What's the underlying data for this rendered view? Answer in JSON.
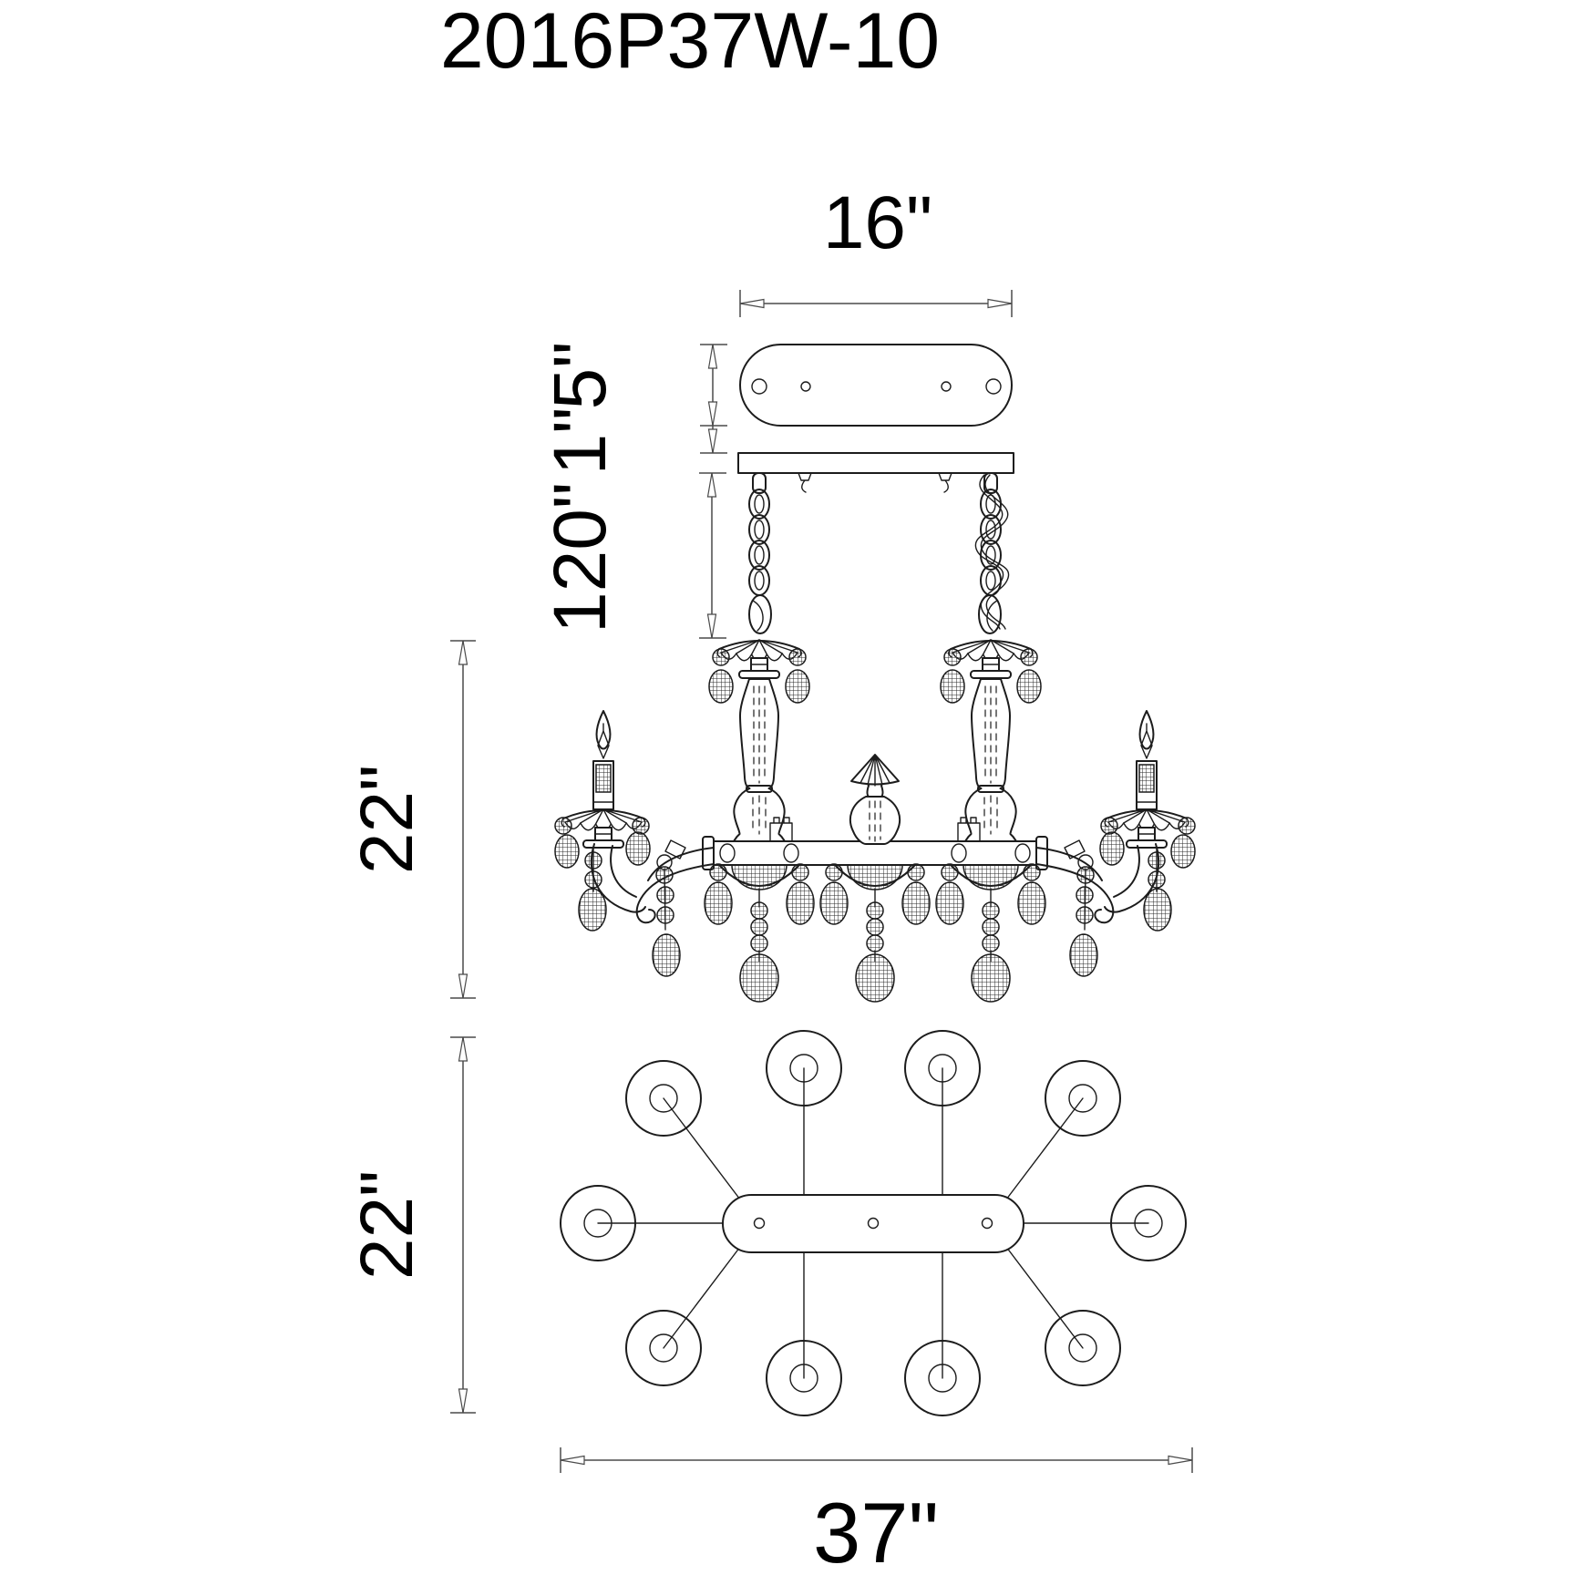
{
  "title": "2016P37W-10",
  "dimensions": {
    "canopy_width": "16\"",
    "canopy_depth": "5\"",
    "canopy_gap": "1\"",
    "suspension_length": "120\"",
    "fixture_height": "22\"",
    "plan_depth": "22\"",
    "fixture_width": "37\""
  },
  "plan_view": {
    "light_count": 10
  },
  "colors": {
    "ink": "#1c1c1c",
    "dim_line": "#4a4a4a",
    "text": "#000000",
    "background": "#ffffff"
  }
}
